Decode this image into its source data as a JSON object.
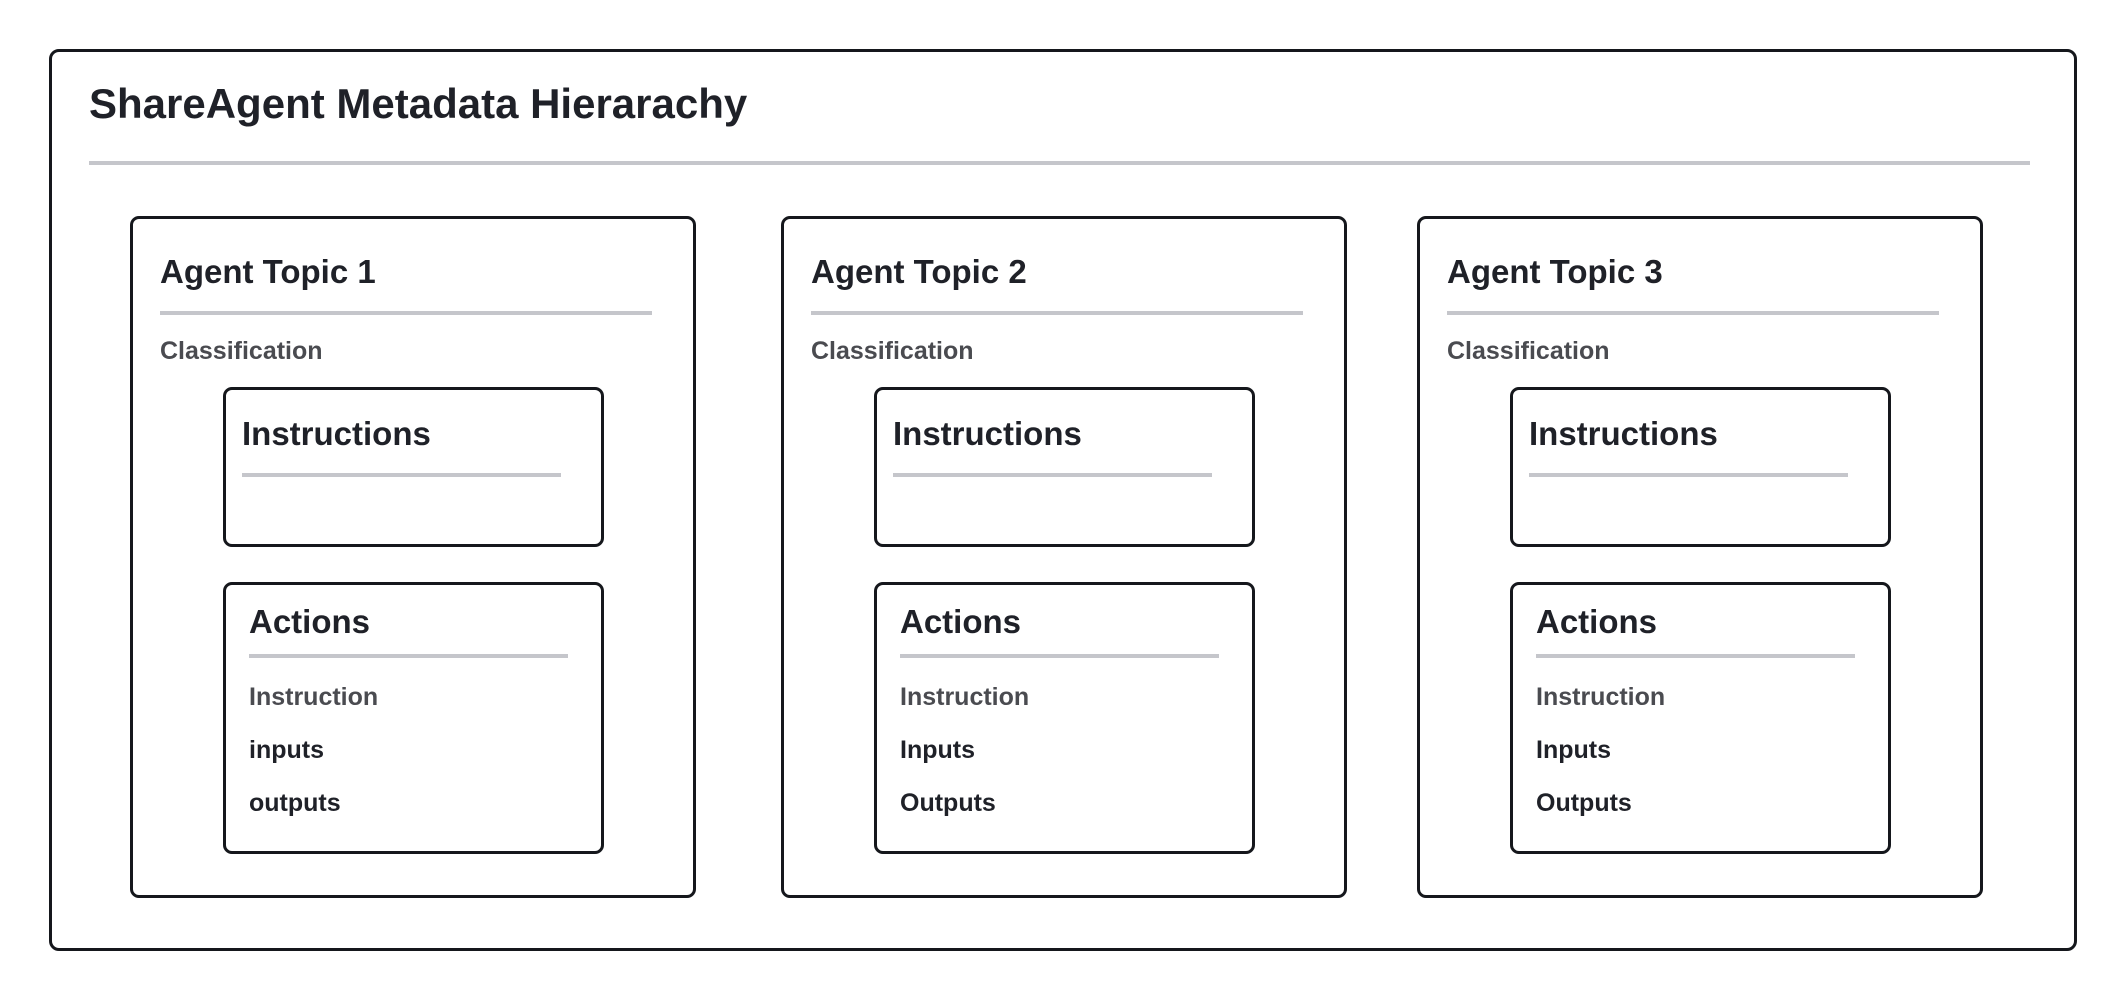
{
  "diagram": {
    "title": "ShareAgent Metadata Hierarachy",
    "topics": [
      {
        "title": "Agent Topic 1",
        "classification": "Classification",
        "instructions_title": "Instructions",
        "actions": {
          "title": "Actions",
          "items": [
            "Instruction",
            "inputs",
            "outputs"
          ]
        }
      },
      {
        "title": "Agent Topic 2",
        "classification": "Classification",
        "instructions_title": "Instructions",
        "actions": {
          "title": "Actions",
          "items": [
            "Instruction",
            "Inputs",
            "Outputs"
          ]
        }
      },
      {
        "title": "Agent Topic 3",
        "classification": "Classification",
        "instructions_title": "Instructions",
        "actions": {
          "title": "Actions",
          "items": [
            "Instruction",
            "Inputs",
            "Outputs"
          ]
        }
      }
    ]
  },
  "colors": {
    "border": "#15171c",
    "rule": "#c5c6cb",
    "heading_text": "#1f2128",
    "secondary_text": "#4a4b50",
    "background": "#ffffff"
  }
}
